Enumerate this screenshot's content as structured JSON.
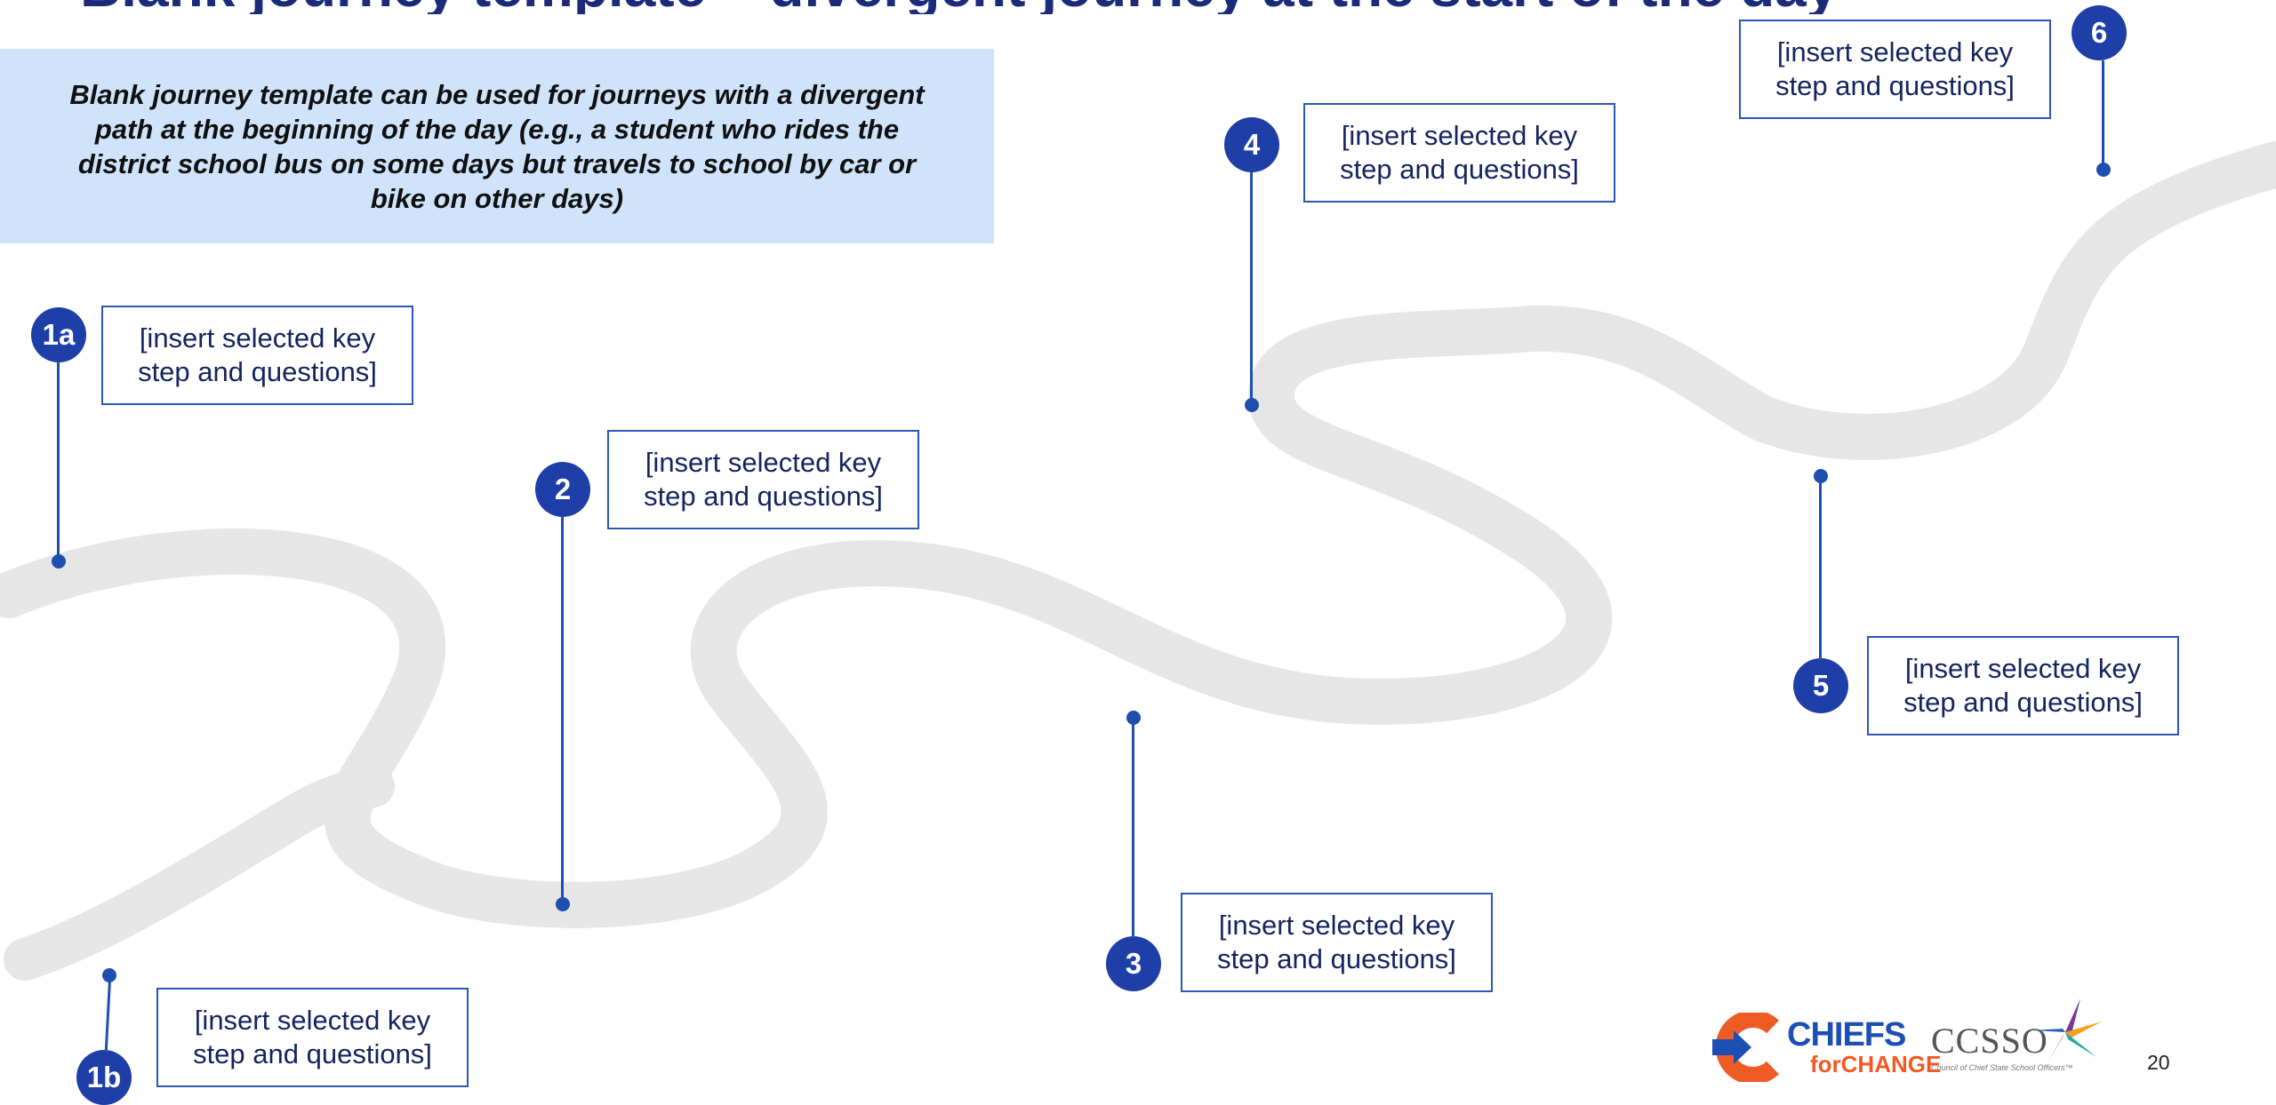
{
  "slide": {
    "title": "Blank journey template – divergent journey at the start of the day",
    "callout": "Blank journey template can be used for journeys with a divergent path at the beginning of the day (e.g., a student who rides the district school bus on some days but travels to school by car or bike on other days)",
    "page_number": "20"
  },
  "steps": [
    {
      "label": "1a",
      "text": "[insert selected key step and questions]"
    },
    {
      "label": "1b",
      "text": "[insert selected key step and questions]"
    },
    {
      "label": "2",
      "text": "[insert selected key step and questions]"
    },
    {
      "label": "3",
      "text": "[insert selected key step and questions]"
    },
    {
      "label": "4",
      "text": "[insert selected key step and questions]"
    },
    {
      "label": "5",
      "text": "[insert selected key step and questions]"
    },
    {
      "label": "6",
      "text": "[insert selected key step and questions]"
    }
  ],
  "logos": {
    "chiefs_word": "CHIEFS",
    "chiefs_sub": "forCHANGE",
    "ccsso_word": "CCSSO",
    "ccsso_tagline": "Council of Chief State School Officers™"
  },
  "colors": {
    "accent": "#1e3ea8",
    "callout_bg": "#cfe4fb",
    "road": "#e6e6e6",
    "title": "#1c2a7a"
  }
}
